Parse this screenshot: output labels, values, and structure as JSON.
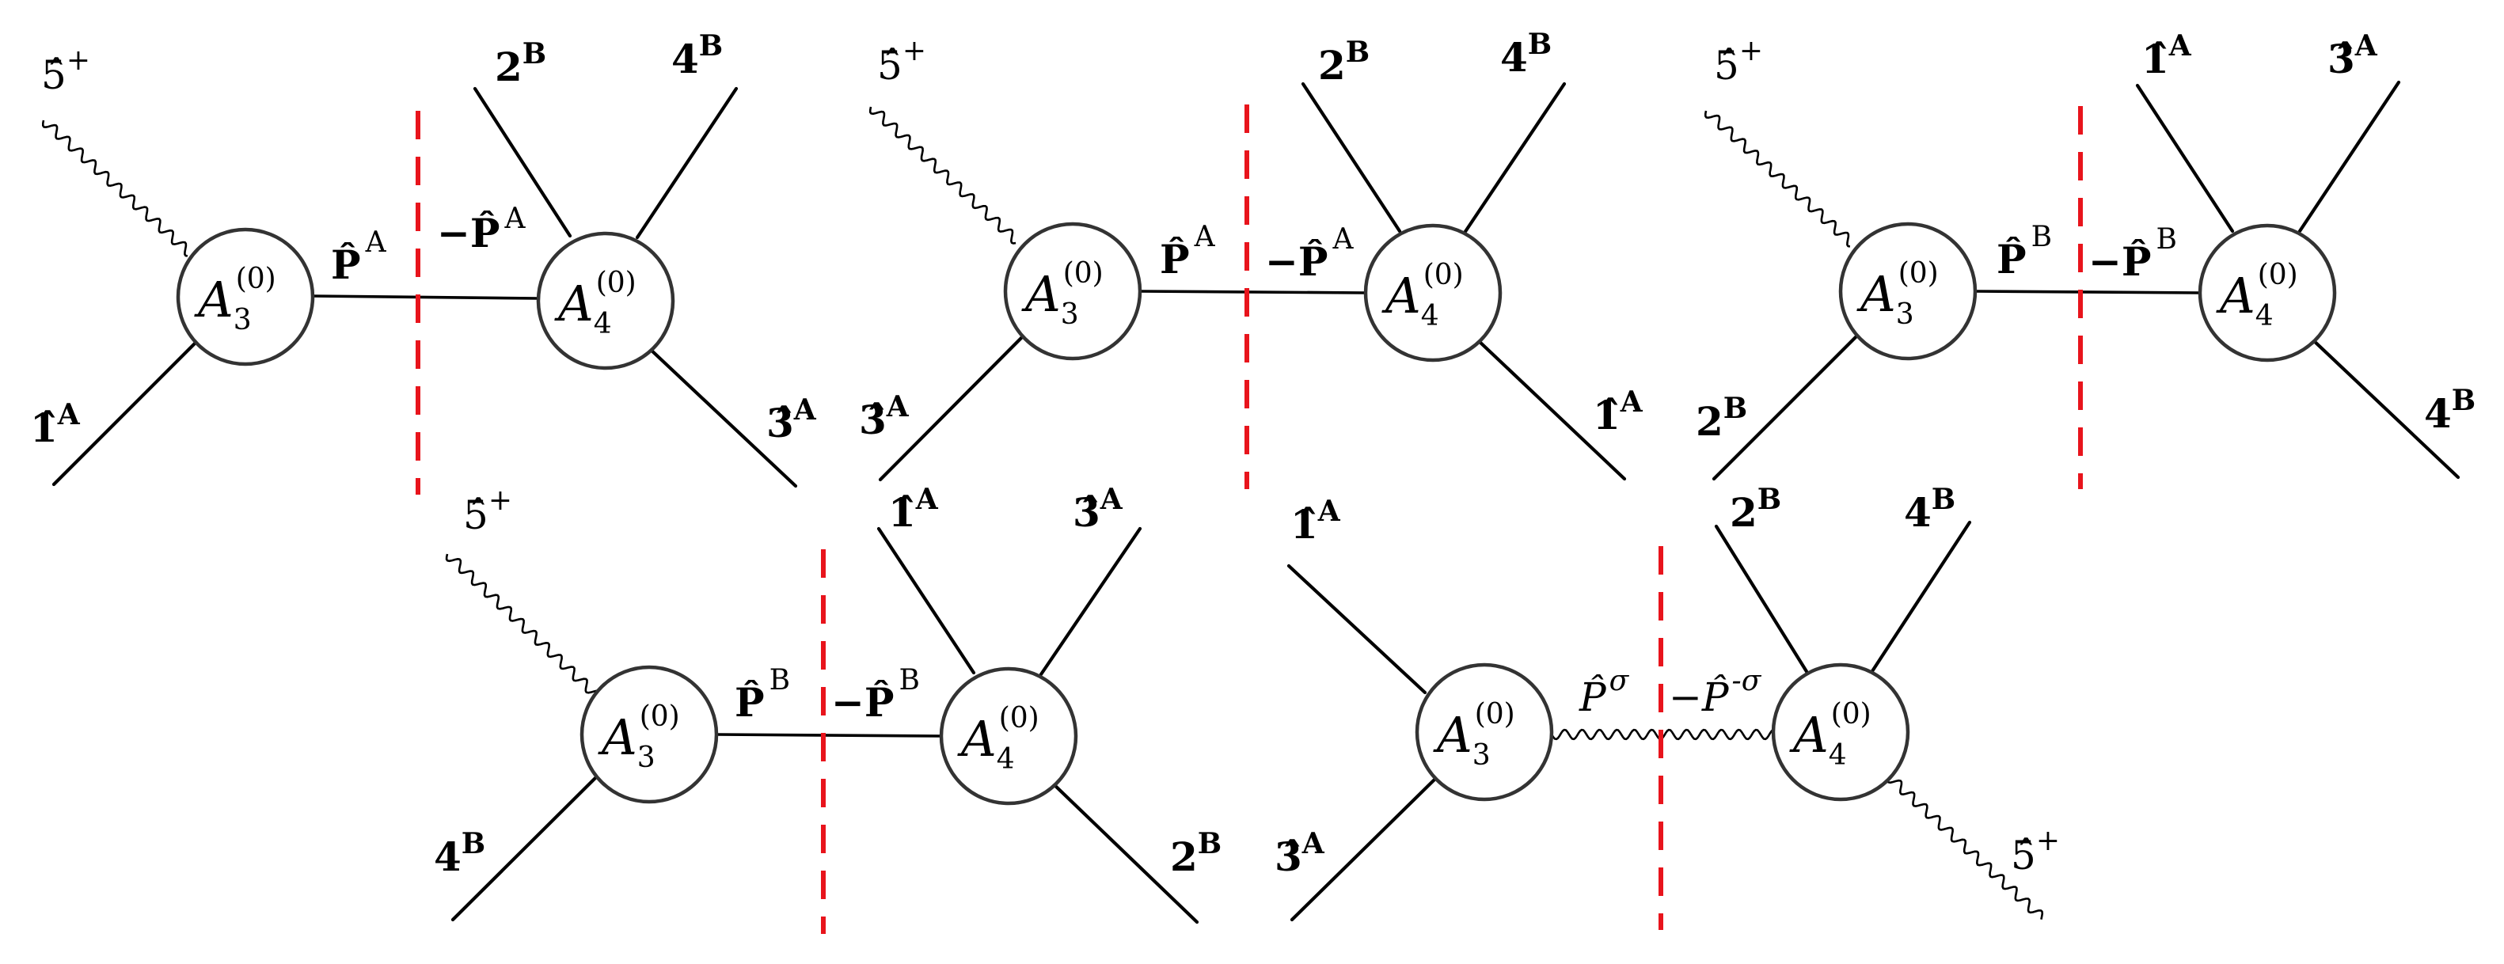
{
  "diagrams": [
    {
      "left_amplitude": {
        "name": "A",
        "sub": "3",
        "sup": "(0)"
      },
      "right_amplitude": {
        "name": "A",
        "sub": "4",
        "sup": "(0)"
      },
      "propagator_left": "P̂",
      "propagator_left_sup": "A",
      "propagator_right": "−P̂",
      "propagator_right_sup": "A",
      "left_photon": {
        "text": "5̂",
        "sup": "+"
      },
      "left_leg": {
        "text": "1̂",
        "sup": "A"
      },
      "right_top_left": {
        "text": "2",
        "sup": "B"
      },
      "right_top_right": {
        "text": "4",
        "sup": "B"
      },
      "right_bottom": {
        "text": "3̂",
        "sup": "A"
      }
    },
    {
      "left_amplitude": {
        "name": "A",
        "sub": "3",
        "sup": "(0)"
      },
      "right_amplitude": {
        "name": "A",
        "sub": "4",
        "sup": "(0)"
      },
      "propagator_left": "P̂",
      "propagator_left_sup": "A",
      "propagator_right": "−P̂",
      "propagator_right_sup": "A",
      "left_photon": {
        "text": "5̂",
        "sup": "+"
      },
      "left_leg": {
        "text": "3̂",
        "sup": "A"
      },
      "right_top_left": {
        "text": "2",
        "sup": "B"
      },
      "right_top_right": {
        "text": "4",
        "sup": "B"
      },
      "right_bottom": {
        "text": "1̂",
        "sup": "A"
      }
    },
    {
      "left_amplitude": {
        "name": "A",
        "sub": "3",
        "sup": "(0)"
      },
      "right_amplitude": {
        "name": "A",
        "sub": "4",
        "sup": "(0)"
      },
      "propagator_left": "P̂",
      "propagator_left_sup": "B",
      "propagator_right": "−P̂",
      "propagator_right_sup": "B",
      "left_photon": {
        "text": "5̂",
        "sup": "+"
      },
      "left_leg": {
        "text": "2",
        "sup": "B"
      },
      "right_top_left": {
        "text": "1̂",
        "sup": "A"
      },
      "right_top_right": {
        "text": "3̂",
        "sup": "A"
      },
      "right_bottom": {
        "text": "4",
        "sup": "B"
      }
    },
    {
      "left_amplitude": {
        "name": "A",
        "sub": "3",
        "sup": "(0)"
      },
      "right_amplitude": {
        "name": "A",
        "sub": "4",
        "sup": "(0)"
      },
      "propagator_left": "P̂",
      "propagator_left_sup": "B",
      "propagator_right": "−P̂",
      "propagator_right_sup": "B",
      "left_photon": {
        "text": "5̂",
        "sup": "+"
      },
      "left_leg": {
        "text": "4",
        "sup": "B"
      },
      "right_top_left": {
        "text": "1̂",
        "sup": "A"
      },
      "right_top_right": {
        "text": "3̂",
        "sup": "A"
      },
      "right_bottom": {
        "text": "2",
        "sup": "B"
      }
    },
    {
      "left_amplitude": {
        "name": "A",
        "sub": "3",
        "sup": "(0)"
      },
      "right_amplitude": {
        "name": "A",
        "sub": "4",
        "sup": "(0)"
      },
      "propagator_left": "P̂",
      "propagator_left_sup": "σ",
      "propagator_right": "−P̂",
      "propagator_right_sup": "-σ",
      "left_top": {
        "text": "1̂",
        "sup": "A"
      },
      "left_bottom": {
        "text": "3̂",
        "sup": "A"
      },
      "right_top_left": {
        "text": "2",
        "sup": "B"
      },
      "right_top_right": {
        "text": "4",
        "sup": "B"
      },
      "right_photon": {
        "text": "5̂",
        "sup": "+"
      }
    }
  ]
}
